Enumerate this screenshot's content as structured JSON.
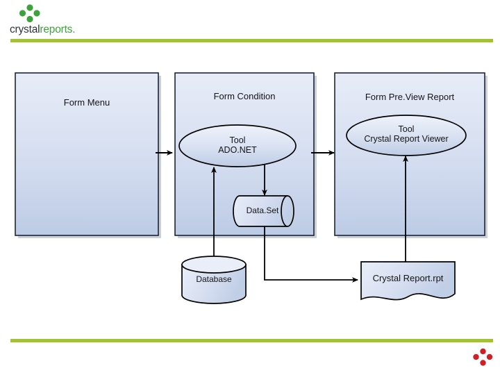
{
  "brand": {
    "logo_icon": "crystal-reports-diamond-icon",
    "word_primary": "crystal",
    "word_secondary": "reports",
    "word_suffix": ".",
    "primary_color": "#2f3437",
    "secondary_color": "#3aa33a",
    "rule_color": "#a4c230",
    "footer_icon": "red-diamond-icon",
    "footer_icon_color": "#cf2027"
  },
  "diagram": {
    "type": "flow-architecture",
    "box_fill_top": "#e5eaf6",
    "box_fill_bottom": "#bfcee6",
    "border_color": "#1c2233",
    "containers": [
      {
        "id": "form-menu",
        "label": "Form Menu"
      },
      {
        "id": "form-condition",
        "label": "Form Condition"
      },
      {
        "id": "form-preview-report",
        "label": "Form Pre.View Report"
      }
    ],
    "nodes": [
      {
        "id": "tool-ado-net",
        "shape": "ellipse",
        "line1": "Tool",
        "line2": "ADO.NET"
      },
      {
        "id": "tool-crystal-report-viewer",
        "shape": "ellipse",
        "line1": "Tool",
        "line2": "Crystal Report Viewer"
      },
      {
        "id": "dataset",
        "shape": "cylinder-horizontal",
        "label": "Data.Set"
      },
      {
        "id": "database",
        "shape": "cylinder-vertical",
        "label": "Database"
      },
      {
        "id": "crystal-report-rpt",
        "shape": "document",
        "label": "Crystal Report.rpt"
      }
    ],
    "connectors": [
      {
        "id": "form-menu-to-form-condition",
        "from": "form-menu",
        "to": "form-condition",
        "arrow": "right"
      },
      {
        "id": "form-condition-to-form-preview",
        "from": "form-condition",
        "to": "form-preview-report",
        "arrow": "right"
      },
      {
        "id": "database-to-tool-ado-net",
        "from": "database",
        "to": "tool-ado-net",
        "arrow": "up"
      },
      {
        "id": "tool-ado-net-to-dataset",
        "from": "tool-ado-net",
        "to": "dataset",
        "arrow": "down"
      },
      {
        "id": "dataset-to-crystal-report-rpt",
        "from": "dataset",
        "to": "crystal-report-rpt",
        "arrow": "right"
      },
      {
        "id": "crystal-report-rpt-to-viewer",
        "from": "crystal-report-rpt",
        "to": "tool-crystal-report-viewer",
        "arrow": "up"
      }
    ]
  }
}
